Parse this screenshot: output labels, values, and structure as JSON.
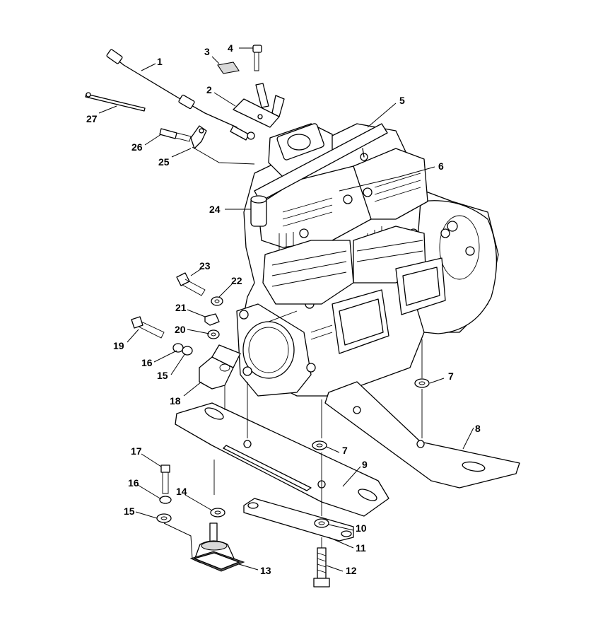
{
  "callouts": {
    "c1": "1",
    "c2": "2",
    "c3": "3",
    "c4": "4",
    "c5": "5",
    "c6": "6",
    "c7a": "7",
    "c7b": "7",
    "c8": "8",
    "c9": "9",
    "c10": "10",
    "c11": "11",
    "c12": "12",
    "c13": "13",
    "c14": "14",
    "c15a": "15",
    "c15b": "15",
    "c16a": "16",
    "c16b": "16",
    "c17": "17",
    "c18": "18",
    "c19": "19",
    "c20": "20",
    "c21": "21",
    "c22": "22",
    "c23": "23",
    "c24": "24",
    "c25": "25",
    "c26": "26",
    "c27": "27"
  },
  "colors": {
    "line": "#000000",
    "background": "#ffffff",
    "shade": "#d9d9d9"
  }
}
